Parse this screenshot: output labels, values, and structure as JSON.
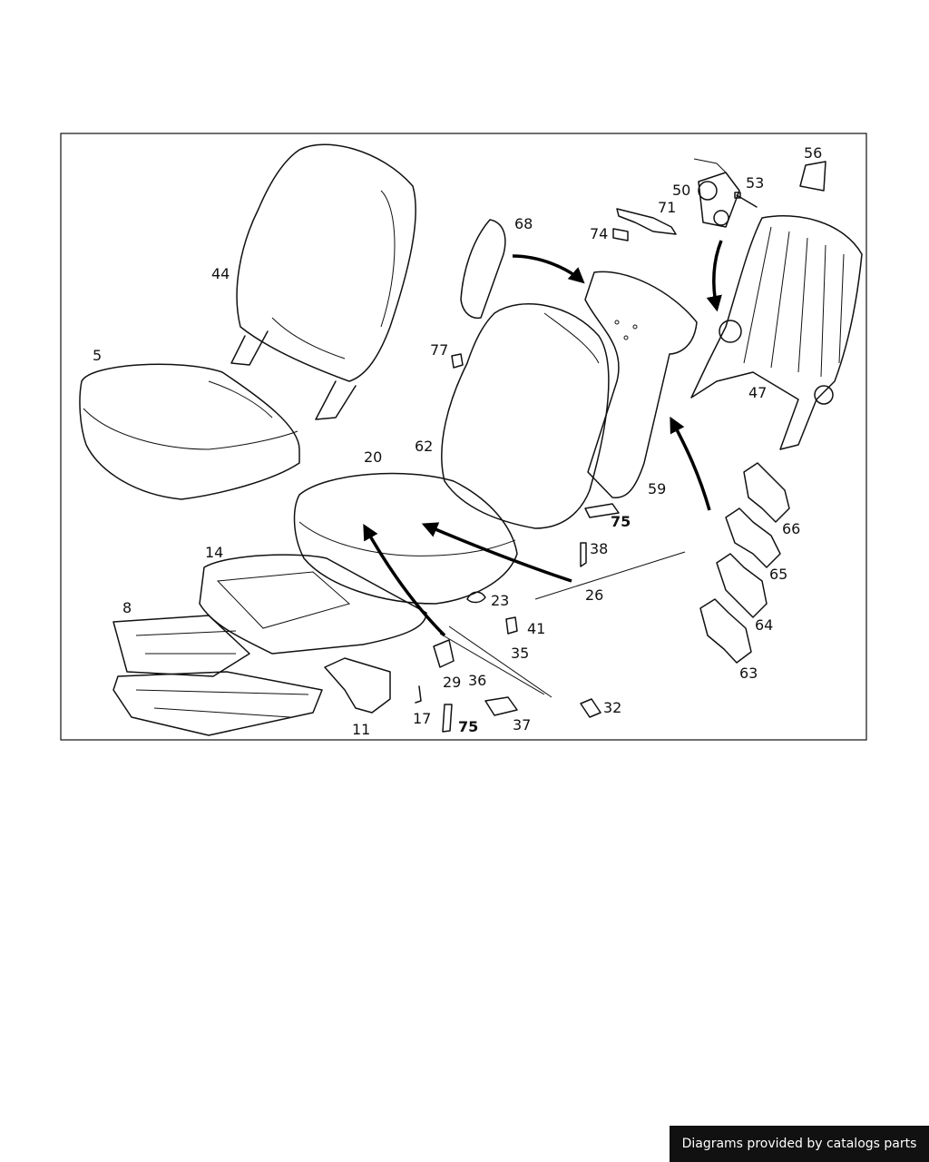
{
  "diagram": {
    "callouts": [
      {
        "id": "5",
        "text": "5"
      },
      {
        "id": "8",
        "text": "8"
      },
      {
        "id": "11",
        "text": "11"
      },
      {
        "id": "14",
        "text": "14"
      },
      {
        "id": "17",
        "text": "17"
      },
      {
        "id": "20",
        "text": "20"
      },
      {
        "id": "23",
        "text": "23"
      },
      {
        "id": "26",
        "text": "26"
      },
      {
        "id": "29",
        "text": "29"
      },
      {
        "id": "32",
        "text": "32"
      },
      {
        "id": "35",
        "text": "35"
      },
      {
        "id": "36",
        "text": "36"
      },
      {
        "id": "37",
        "text": "37"
      },
      {
        "id": "38",
        "text": "38"
      },
      {
        "id": "41",
        "text": "41"
      },
      {
        "id": "44",
        "text": "44"
      },
      {
        "id": "47",
        "text": "47"
      },
      {
        "id": "50",
        "text": "50"
      },
      {
        "id": "53",
        "text": "53"
      },
      {
        "id": "56",
        "text": "56"
      },
      {
        "id": "59",
        "text": "59"
      },
      {
        "id": "62",
        "text": "62"
      },
      {
        "id": "63",
        "text": "63"
      },
      {
        "id": "64",
        "text": "64"
      },
      {
        "id": "65",
        "text": "65"
      },
      {
        "id": "66",
        "text": "66"
      },
      {
        "id": "68",
        "text": "68"
      },
      {
        "id": "71",
        "text": "71"
      },
      {
        "id": "74",
        "text": "74"
      },
      {
        "id": "75a",
        "text": "75"
      },
      {
        "id": "75b",
        "text": "75"
      },
      {
        "id": "77",
        "text": "77"
      }
    ]
  },
  "footer": {
    "text": "Diagrams provided by catalogs parts"
  }
}
